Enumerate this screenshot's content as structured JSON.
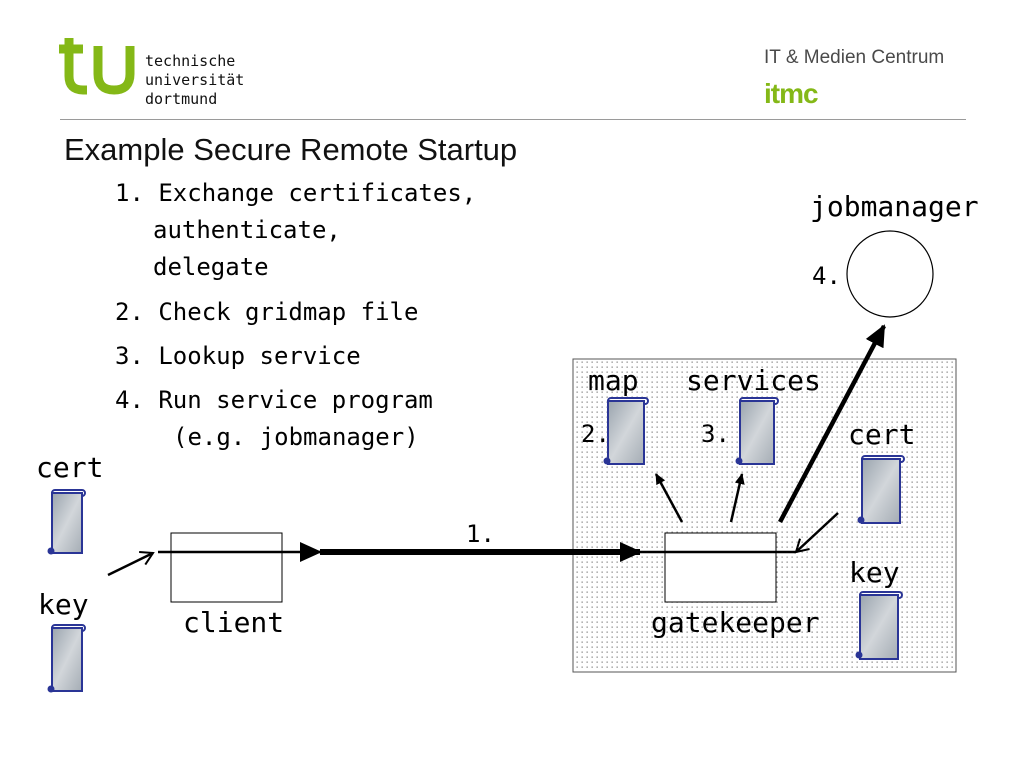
{
  "header": {
    "university_lines": [
      "technische",
      "universität",
      "dortmund"
    ],
    "org_name": "IT & Medien Centrum",
    "org_logo_text": "itmc"
  },
  "slide": {
    "title": "Example Secure Remote Startup",
    "steps": [
      {
        "lines": [
          "1. Exchange certificates,",
          "authenticate,",
          "delegate"
        ]
      },
      {
        "lines": [
          "2. Check gridmap file"
        ]
      },
      {
        "lines": [
          "3. Lookup service"
        ]
      },
      {
        "lines": [
          "4. Run service program",
          "(e.g. jobmanager)"
        ]
      }
    ]
  },
  "diagram": {
    "labels": {
      "jobmanager": "jobmanager",
      "step4": "4.",
      "map": "map",
      "services": "services",
      "step2": "2.",
      "step3": "3.",
      "cert_server": "cert",
      "key_server": "key",
      "gatekeeper": "gatekeeper",
      "step1": "1.",
      "cert_client": "cert",
      "key_client": "key",
      "client": "client"
    },
    "colors": {
      "brand_green": "#84b817",
      "scroll_outline": "#2a3596",
      "scroll_fill": "#b8c0c8",
      "dot_pattern": "#8a8a8a"
    }
  }
}
